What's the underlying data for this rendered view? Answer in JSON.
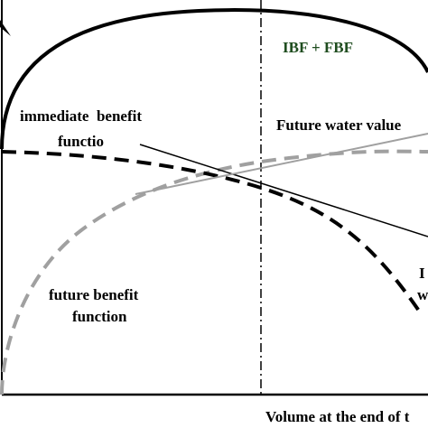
{
  "labels": {
    "ibf_fbf": "IBF + FBF",
    "immediate_line1": "immediate  benefit",
    "immediate_line2": "functio",
    "future_water_value": "Future water value",
    "future_benefit_line1": "future benefit",
    "future_benefit_line2": "function",
    "right_fragment_1": "I",
    "right_fragment_2": "w",
    "x_axis_label": "Volume at the end of t"
  },
  "colors": {
    "ibf_fbf_text": "#1f4d1f",
    "future_curve": "#a0a0a0",
    "tangent_line": "#a0a0a0",
    "ink": "#000000"
  },
  "icons": {
    "top_left": "arrowhead-icon"
  }
}
